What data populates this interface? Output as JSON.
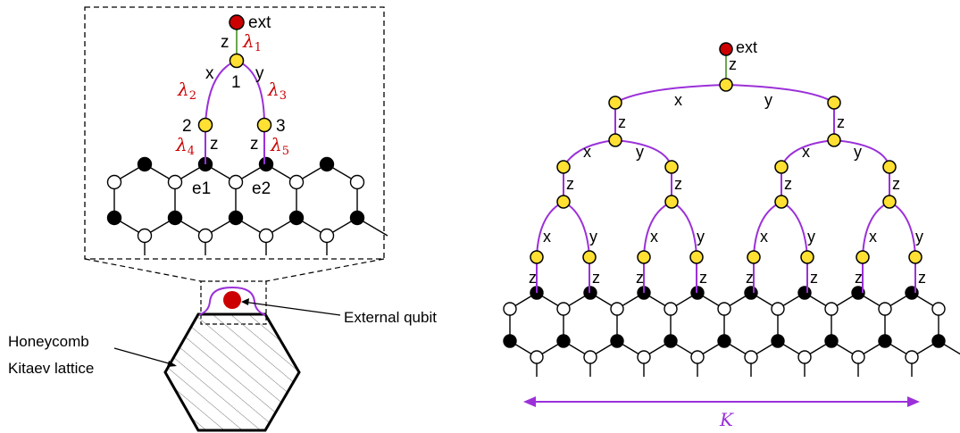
{
  "colors": {
    "external_qubit": "#cc0000",
    "tree_qubit": "#ffe033",
    "tree_edge": "#9b30d9",
    "external_edge": "#6aa84f",
    "lattice_black": "#000000",
    "lattice_white": "#ffffff",
    "lambda_text": "#cc0000",
    "arrow": "#9b30d9"
  },
  "left_panel": {
    "zoom": {
      "ext_label": "ext",
      "bond_z": "z",
      "bond_x": "x",
      "bond_y": "y",
      "node_1": "1",
      "node_2": "2",
      "node_3": "3",
      "edge_site_1": "e1",
      "edge_site_2": "e2",
      "lambdas": [
        {
          "symbol": "λ",
          "index": "1"
        },
        {
          "symbol": "λ",
          "index": "2"
        },
        {
          "symbol": "λ",
          "index": "3"
        },
        {
          "symbol": "λ",
          "index": "4"
        },
        {
          "symbol": "λ",
          "index": "5"
        }
      ]
    },
    "lattice_label_line1": "Honeycomb",
    "lattice_label_line2": "Kitaev lattice",
    "external_qubit_label": "External qubit"
  },
  "right_panel": {
    "ext_label": "ext",
    "bond_x": "x",
    "bond_y": "y",
    "bond_z": "z",
    "width_label": "K"
  }
}
